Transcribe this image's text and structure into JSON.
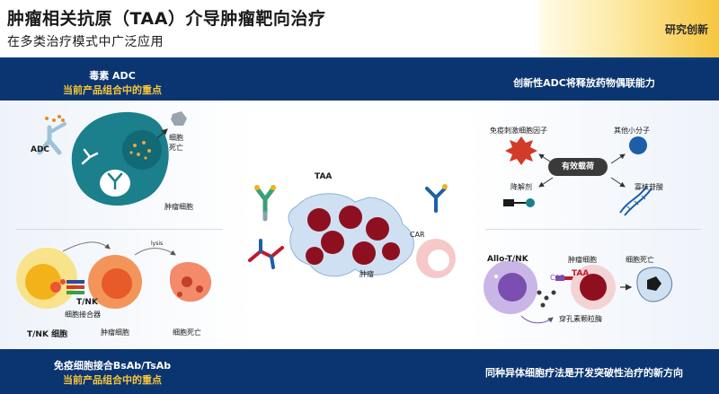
{
  "header": {
    "title": "肿瘤相关抗原（TAA）介导肿瘤靶向治疗",
    "subtitle": "在多类治疗模式中广泛应用",
    "tag": "研究创新"
  },
  "top_band": {
    "left_title": "毒素 ADC",
    "left_subtitle": "当前产品组合中的重点",
    "right_title": "创新性ADC将释放药物偶联能力"
  },
  "bottom_band": {
    "left_title": "免疫细胞接合BsAb/TsAb",
    "left_subtitle": "当前产品组合中的重点",
    "right_title": "同种异体细胞疗法是开发突破性治疗的新方向"
  },
  "adc_panel": {
    "adc_label": "ADC",
    "cell_death": "细胞\n死亡",
    "tumor_cell": "肿瘤细胞"
  },
  "tcell_panel": {
    "lysis": "lysis",
    "tnk": "T/NK",
    "engager": "细胞接合器",
    "tnk_cell": "T/NK 细胞",
    "tumor_cell": "肿瘤细胞",
    "cell_death": "细胞死亡"
  },
  "center": {
    "taa": "TAA",
    "car": "CAR",
    "tumor": "肿瘤"
  },
  "payload_panel": {
    "immune_factor": "免疫刺激细胞因子",
    "other_small": "其他小分子",
    "center_chip": "有效载荷",
    "degrader": "降解剂",
    "oligo": "寡核苷酸"
  },
  "allo_panel": {
    "allo": "Allo-T/NK",
    "car": "CAR",
    "taa": "TAA",
    "tumor_cell": "肿瘤细胞",
    "cell_death": "细胞死亡",
    "perforin": "穿孔素颗粒酶"
  },
  "colors": {
    "navy": "#0b3570",
    "accent_yellow": "#f8c63a",
    "teal_cell": "#1b7f8c",
    "tumor_red": "#8e1020",
    "taa_red": "#c0192b"
  }
}
